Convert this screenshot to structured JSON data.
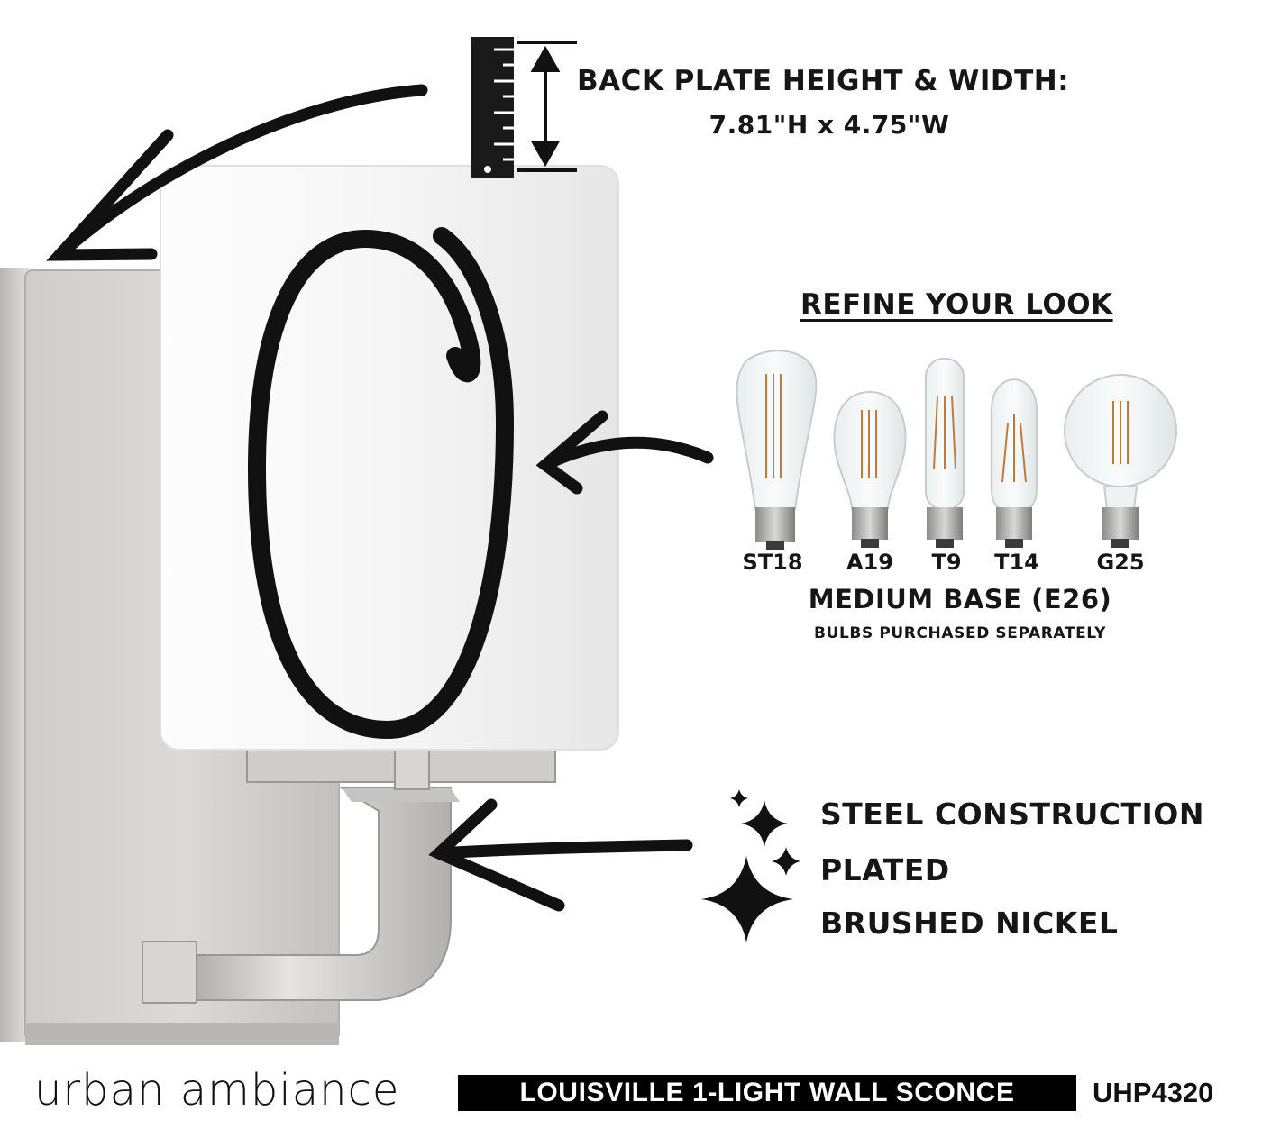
{
  "dimensions": {
    "title": "BACK PLATE HEIGHT & WIDTH:",
    "value": "7.81\"H x 4.75\"W"
  },
  "refine": {
    "title": "REFINE YOUR LOOK",
    "bulbs": [
      "ST18",
      "A19",
      "T9",
      "T14",
      "G25"
    ],
    "base": "MEDIUM BASE (E26)",
    "note": "BULBS PURCHASED SEPARATELY"
  },
  "features": [
    "STEEL CONSTRUCTION",
    "PLATED",
    "BRUSHED NICKEL"
  ],
  "footer": {
    "brand": "urban ambiance",
    "product_title": "LOUISVILLE 1-LIGHT WALL SCONCE",
    "sku": "UHP4320"
  },
  "icons": [
    "ruler-icon",
    "double-arrow-icon",
    "sparkle-icon",
    "arrow-icon"
  ],
  "colors": {
    "nickel": "#c9c7c4",
    "shade": "#f4f4f4",
    "ink": "#111111"
  }
}
